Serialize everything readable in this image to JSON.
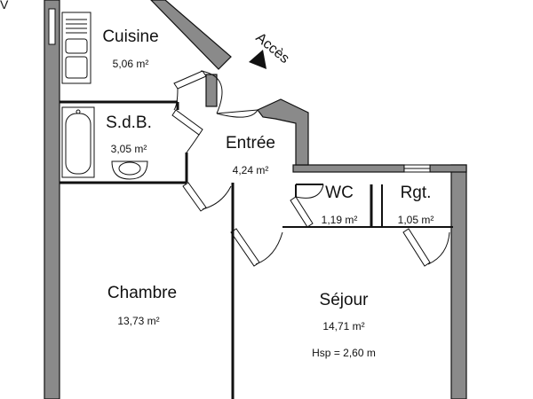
{
  "plan": {
    "corner_mark": "V",
    "access": {
      "label": "Accès"
    },
    "rooms": {
      "cuisine": {
        "name": "Cuisine",
        "area": "5,06 m²"
      },
      "sdb": {
        "name": "S.d.B.",
        "area": "3,05 m²"
      },
      "entree": {
        "name": "Entrée",
        "area": "4,24 m²"
      },
      "wc": {
        "name": "WC",
        "area": "1,19 m²"
      },
      "rgt": {
        "name": "Rgt.",
        "area": "1,05 m²"
      },
      "chambre": {
        "name": "Chambre",
        "area": "13,73 m²"
      },
      "sejour": {
        "name": "Séjour",
        "area": "14,71 m²",
        "note": "Hsp = 2,60 m"
      }
    },
    "colors": {
      "wall": "#8a8a8a",
      "line": "#111111",
      "background": "#ffffff"
    }
  }
}
